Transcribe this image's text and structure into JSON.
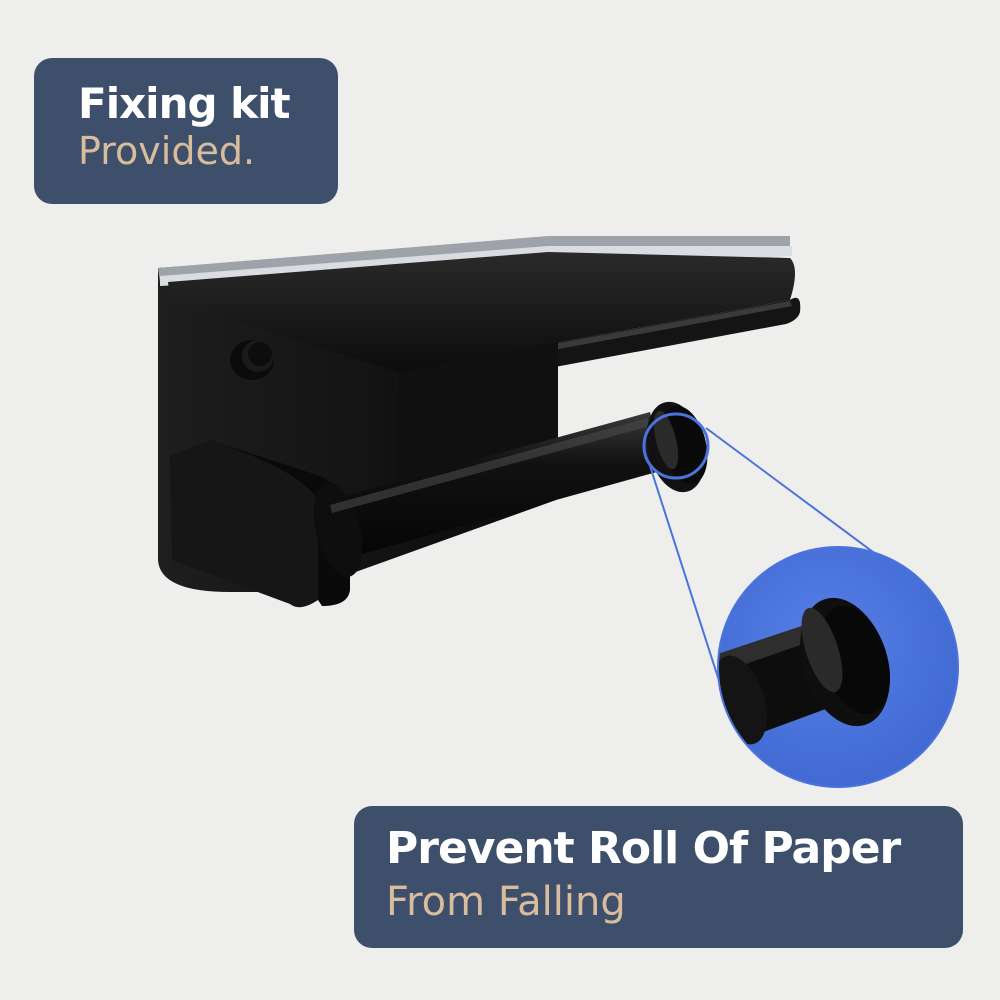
{
  "callouts": {
    "fixing_kit": {
      "title": "Fixing kit",
      "subtitle": "Provided."
    },
    "prevent_roll": {
      "title": "Prevent Roll Of Paper",
      "subtitle": "From Falling"
    }
  },
  "colors": {
    "background": "#eeeeed",
    "card": "#3e4f6b",
    "title_text": "#ffffff",
    "subtitle_text": "#d9bc9c",
    "zoom_accent": "#4a73db",
    "product": "#0d0d0d"
  },
  "icons": {
    "product": "toilet-paper-holder-with-shelf",
    "zoom": "rod-end-cap-magnifier"
  }
}
